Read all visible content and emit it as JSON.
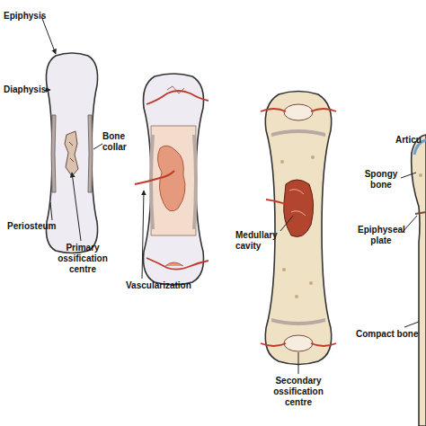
{
  "diagram": {
    "labels": [
      "Epiphysis",
      "Diaphysis",
      "Bone collar",
      "Periosteum",
      "Primary ossification centre",
      "Vascularization",
      "Medullary cavity",
      "Secondary ossification centre",
      "Articu",
      "Spongy bone",
      "Epiphyseal plate",
      "Compact bone"
    ]
  }
}
